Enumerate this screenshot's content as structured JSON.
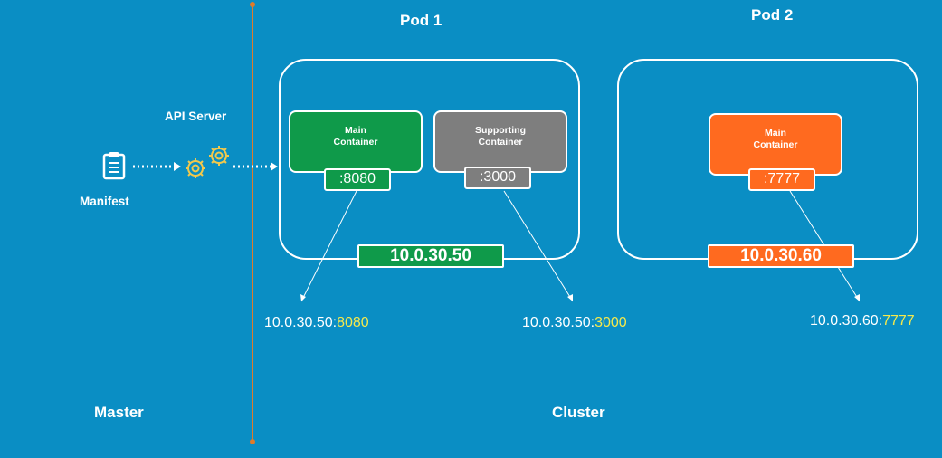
{
  "colors": {
    "background": "#0a8ec4",
    "divider": "#e07b2a",
    "main_green": "#0f9a4a",
    "supporting_gray": "#7e7e7e",
    "main_orange": "#ff6a1f",
    "port_highlight": "#f6e94b",
    "gear": "#f2c94c"
  },
  "master": {
    "manifest_label": "Manifest",
    "api_server_label": "API Server",
    "section_label": "Master",
    "manifest_icon": "clipboard-icon",
    "gear_icon": "gears-icon"
  },
  "cluster": {
    "section_label": "Cluster",
    "pod1": {
      "title": "Pod 1",
      "ip": "10.0.30.50",
      "main_container": {
        "line1": "Main",
        "line2": "Container",
        "port": ":8080"
      },
      "supporting_container": {
        "line1": "Supporting",
        "line2": "Container",
        "port": ":3000"
      },
      "addresses": [
        {
          "ip": "10.0.30.50:",
          "port": "8080"
        },
        {
          "ip": "10.0.30.50:",
          "port": "3000"
        }
      ]
    },
    "pod2": {
      "title": "Pod 2",
      "ip": "10.0.30.60",
      "main_container": {
        "line1": "Main",
        "line2": "Container",
        "port": ":7777"
      },
      "addresses": [
        {
          "ip": "10.0.30.60:",
          "port": "7777"
        }
      ]
    }
  }
}
